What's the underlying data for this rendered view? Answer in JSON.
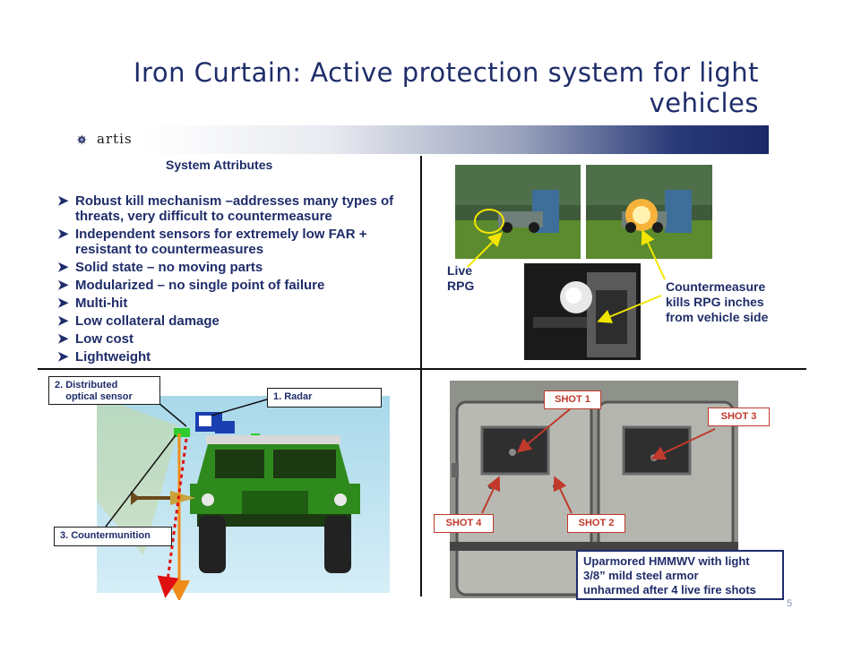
{
  "title": "Iron Curtain: Active protection system for light vehicles",
  "logo": {
    "text": "artis"
  },
  "attributes": {
    "heading": "System Attributes",
    "items": [
      "Robust kill mechanism –addresses many types of threats, very difficult to countermeasure",
      "Independent sensors for extremely low FAR + resistant to countermeasures",
      "Solid state – no moving parts",
      "Modularized – no single point of failure",
      "Multi-hit",
      "Low collateral damage",
      "Low cost",
      "Lightweight"
    ]
  },
  "demo": {
    "live_rpg": [
      "Live",
      "RPG"
    ],
    "countermeasure": [
      "Countermeasure",
      "kills RPG inches",
      "from vehicle side"
    ]
  },
  "diagram": {
    "sensor_label": [
      "2.  Distributed",
      "    optical sensor"
    ],
    "radar_label": "1.  Radar",
    "countermunition_label": "3.  Countermunition"
  },
  "armor": {
    "shots": [
      "SHOT 1",
      "SHOT 2",
      "SHOT 3",
      "SHOT 4"
    ],
    "caption": [
      "Uparmored HMMWV with light",
      "3/8” mild steel armor",
      "unharmed after 4 live fire shots"
    ]
  },
  "page_number": "5",
  "colors": {
    "text_navy": "#1f2d6a",
    "shot_red": "#c0392b",
    "arrow_yellow": "#f2e600"
  }
}
